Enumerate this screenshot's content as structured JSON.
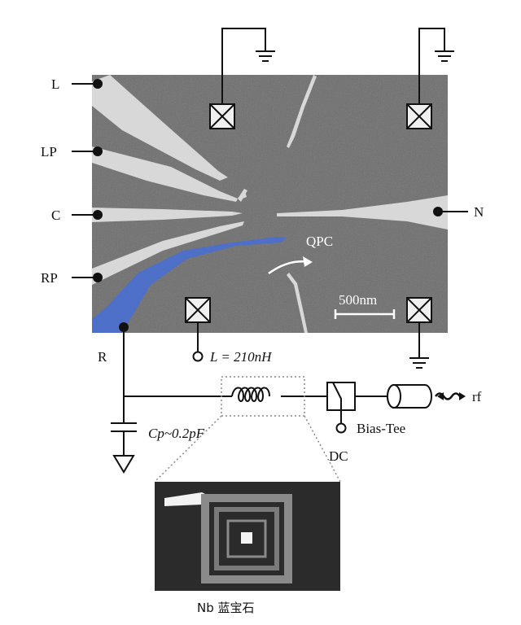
{
  "labels": {
    "gate_L": "L",
    "gate_LP": "LP",
    "gate_C": "C",
    "gate_RP": "RP",
    "gate_N": "N",
    "gate_R": "R",
    "qpc": "QPC",
    "scale": "500nm",
    "inductance": "L = 210nH",
    "capacitance": "Cp~0.2pF",
    "bias_tee": "Bias-Tee",
    "dc": "DC",
    "rf": "rf",
    "inset_caption": "Nb 蓝宝石"
  },
  "colors": {
    "sem_background": "#6e6e6e",
    "gate_metal": "#d8d8d8",
    "reservoir_gate": "#4a6fd0",
    "inset_background": "#2b2b2b"
  }
}
